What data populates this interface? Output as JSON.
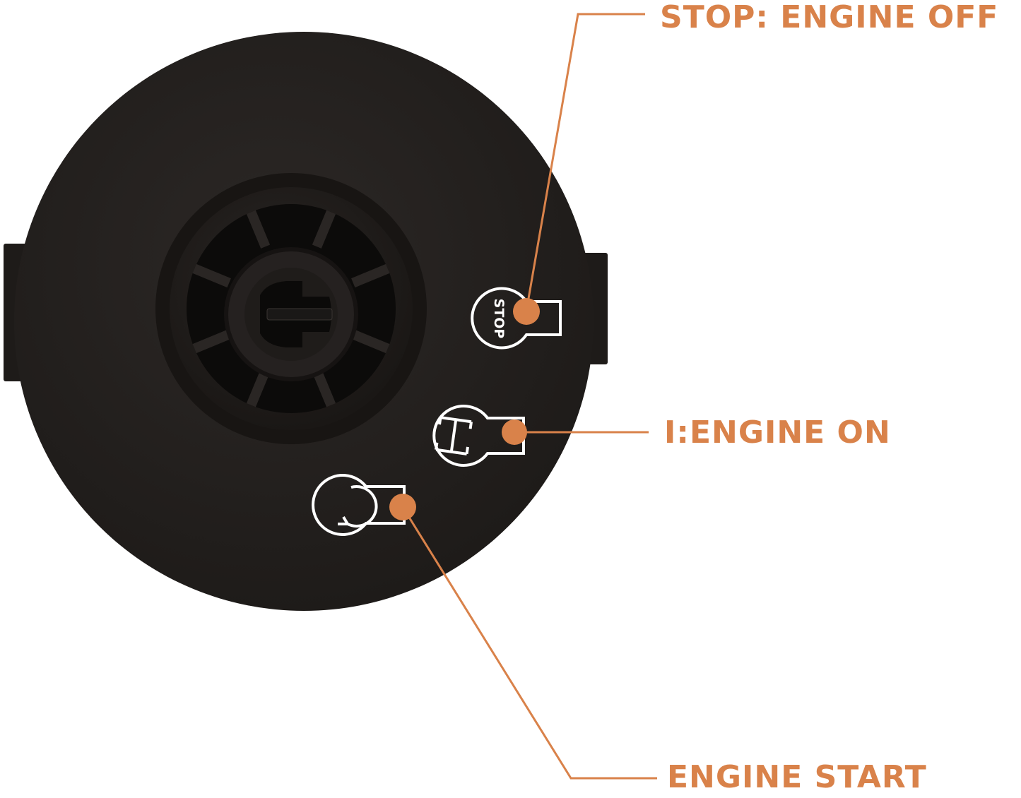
{
  "colors": {
    "background": "#ffffff",
    "body": "#262220",
    "body_shade": "#1c1917",
    "marking": "#ffffff",
    "callout": "#d9824a"
  },
  "switch": {
    "positions": [
      {
        "id": "stop",
        "symbol": "STOP",
        "icon": "stop-keyhole-icon"
      },
      {
        "id": "on",
        "symbol": "I",
        "icon": "run-keyhole-icon"
      },
      {
        "id": "start",
        "symbol": "",
        "icon": "start-arrow-keyhole-icon"
      }
    ]
  },
  "callouts": [
    {
      "id": "stop",
      "text": "STOP: ENGINE OFF"
    },
    {
      "id": "on",
      "text": "I:ENGINE ON"
    },
    {
      "id": "start",
      "text": "ENGINE START"
    }
  ]
}
